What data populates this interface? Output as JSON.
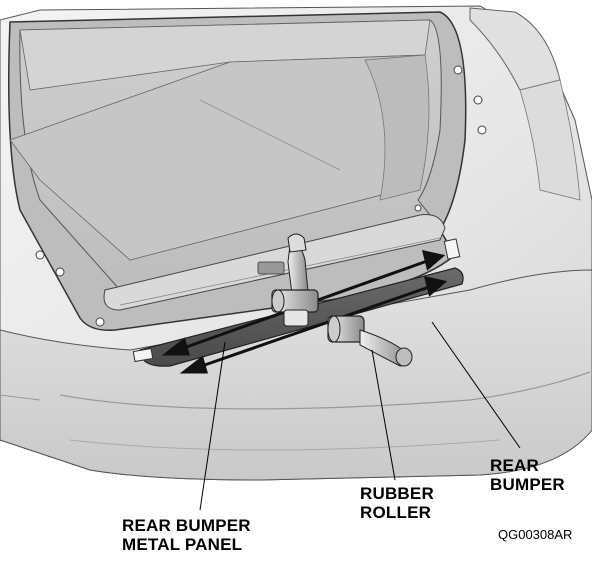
{
  "labels": {
    "rear_bumper_line1": "REAR",
    "rear_bumper_line2": "BUMPER",
    "rubber_roller_line1": "RUBBER",
    "rubber_roller_line2": "ROLLER",
    "metal_panel_line1": "REAR BUMPER",
    "metal_panel_line2": "METAL PANEL"
  },
  "figure_code": "QG00308AR"
}
